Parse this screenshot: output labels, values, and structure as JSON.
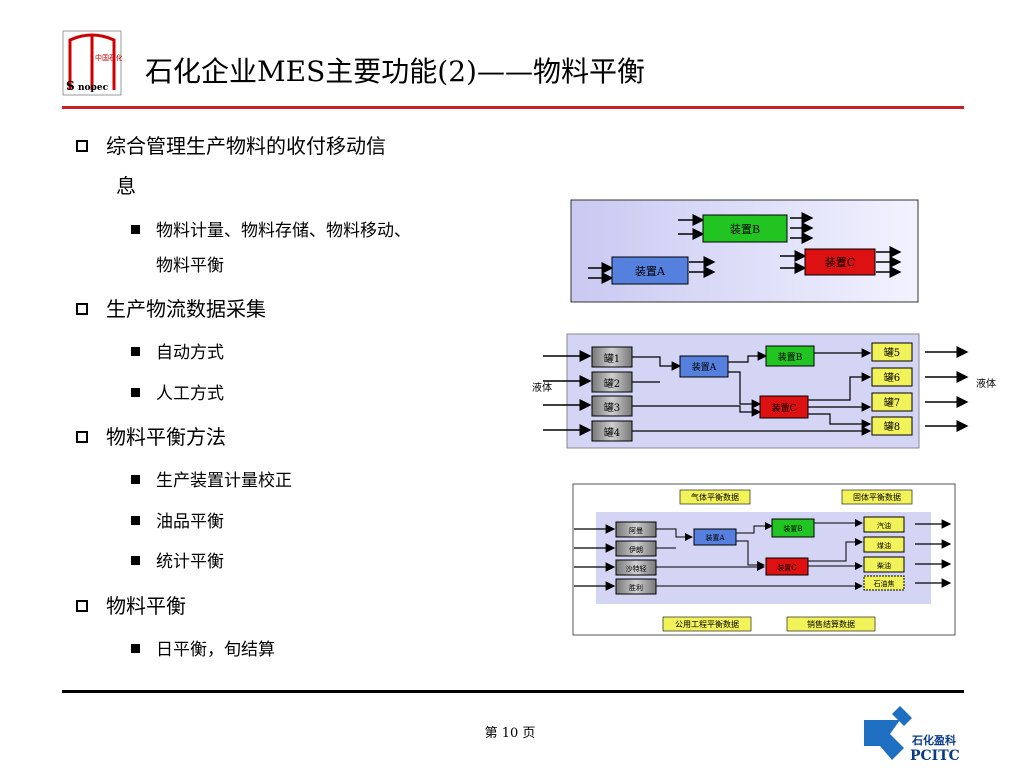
{
  "slide": {
    "title": "石化企业MES主要功能(2)——物料平衡",
    "page_number": "第 10 页",
    "colors": {
      "rule_top": "#cc1f1f",
      "accent_green": "#22c422",
      "accent_red": "#dd1111",
      "accent_blue": "#5580dd",
      "tank_yellow": "#f2f25a"
    }
  },
  "logo": {
    "name": "sinopec-logo",
    "text": "中国石化 SINOPEC"
  },
  "bullets": [
    {
      "text": "综合管理生产物料的收付移动信",
      "text2": "息",
      "subs": [
        {
          "text": "物料计量、物料存储、物料移动、",
          "text2": "物料平衡"
        }
      ]
    },
    {
      "text": "生产物流数据采集",
      "subs": [
        {
          "text": "自动方式"
        },
        {
          "text": "人工方式"
        }
      ]
    },
    {
      "text": "物料平衡方法",
      "subs": [
        {
          "text": "生产装置计量校正"
        },
        {
          "text": "油品平衡"
        },
        {
          "text": "统计平衡"
        }
      ]
    },
    {
      "text": "物料平衡",
      "subs": [
        {
          "text": "日平衡，旬结算"
        }
      ]
    }
  ],
  "diagram1": {
    "unitA": "装置A",
    "unitB": "装置B",
    "unitC": "装置C"
  },
  "diagram2": {
    "inTanks": [
      "罐1",
      "罐2",
      "罐3",
      "罐4"
    ],
    "outTanks": [
      "罐5",
      "罐6",
      "罐7",
      "罐8"
    ],
    "unitA": "装置A",
    "unitB": "装置B",
    "unitC": "装置C",
    "leftLabel": "液体",
    "rightLabel": "液体"
  },
  "diagram3": {
    "topLeft": "气体平衡数据",
    "topRight": "固体平衡数据",
    "bottomLeft": "公用工程平衡数据",
    "bottomRight": "销售结算数据",
    "crudes": [
      "阿曼",
      "伊朗",
      "沙特轻",
      "胜利"
    ],
    "products": [
      "汽油",
      "煤油",
      "柴油",
      "石油焦"
    ],
    "unitA": "装置A",
    "unitB": "装置B",
    "unitC": "装置C"
  },
  "pcitc": {
    "cn": "石化盈科",
    "en": "PCITC"
  }
}
